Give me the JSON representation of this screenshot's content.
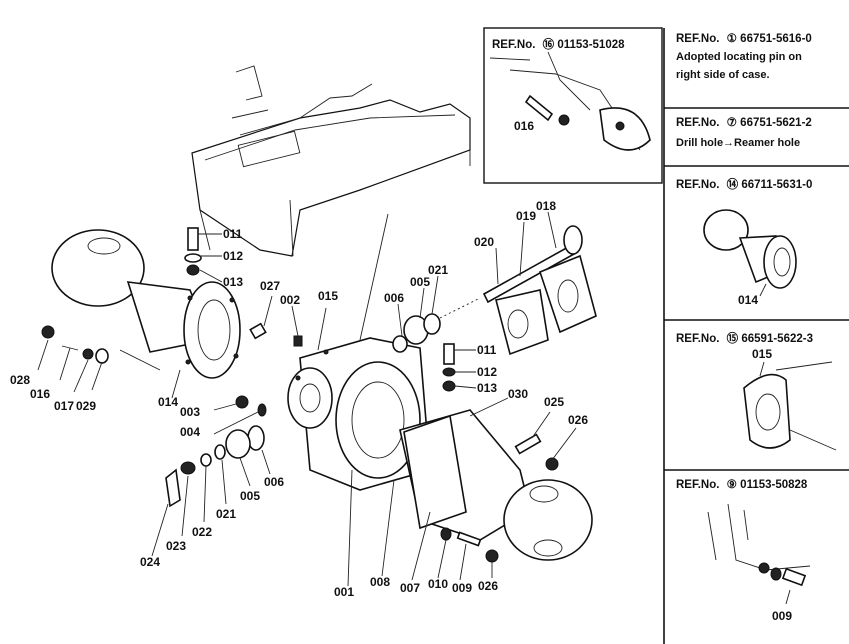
{
  "parts": [
    {
      "id": "p011a",
      "text": "011"
    },
    {
      "id": "p012a",
      "text": "012"
    },
    {
      "id": "p013a",
      "text": "013"
    },
    {
      "id": "p027",
      "text": "027"
    },
    {
      "id": "p002",
      "text": "002"
    },
    {
      "id": "p015",
      "text": "015"
    },
    {
      "id": "p028",
      "text": "028"
    },
    {
      "id": "p016a",
      "text": "016"
    },
    {
      "id": "p017",
      "text": "017"
    },
    {
      "id": "p029",
      "text": "029"
    },
    {
      "id": "p014a",
      "text": "014"
    },
    {
      "id": "p003",
      "text": "003"
    },
    {
      "id": "p004",
      "text": "004"
    },
    {
      "id": "p006a",
      "text": "006"
    },
    {
      "id": "p005a",
      "text": "005"
    },
    {
      "id": "p021a",
      "text": "021"
    },
    {
      "id": "p022",
      "text": "022"
    },
    {
      "id": "p023",
      "text": "023"
    },
    {
      "id": "p024",
      "text": "024"
    },
    {
      "id": "p001",
      "text": "001"
    },
    {
      "id": "p008",
      "text": "008"
    },
    {
      "id": "p007",
      "text": "007"
    },
    {
      "id": "p010",
      "text": "010"
    },
    {
      "id": "p009a",
      "text": "009"
    },
    {
      "id": "p026a",
      "text": "026"
    },
    {
      "id": "p026b",
      "text": "026"
    },
    {
      "id": "p025",
      "text": "025"
    },
    {
      "id": "p030",
      "text": "030"
    },
    {
      "id": "p011b",
      "text": "011"
    },
    {
      "id": "p012b",
      "text": "012"
    },
    {
      "id": "p013b",
      "text": "013"
    },
    {
      "id": "p006b",
      "text": "006"
    },
    {
      "id": "p005b",
      "text": "005"
    },
    {
      "id": "p021b",
      "text": "021"
    },
    {
      "id": "p020",
      "text": "020"
    },
    {
      "id": "p019",
      "text": "019"
    },
    {
      "id": "p018",
      "text": "018"
    },
    {
      "id": "p016b",
      "text": "016"
    },
    {
      "id": "p014b",
      "text": "014"
    },
    {
      "id": "p015b",
      "text": "015"
    },
    {
      "id": "p009b",
      "text": "009"
    }
  ],
  "refs": {
    "r1": {
      "prefix": "REF.No.",
      "mark": "⑯",
      "number": "01153-51028"
    },
    "r2": {
      "prefix": "REF.No.",
      "mark": "①",
      "number": "66751-5616-0",
      "lines": [
        "Adopted locating pin on",
        "right side of case."
      ]
    },
    "r3": {
      "prefix": "REF.No.",
      "mark": "⑦",
      "number": "66751-5621-2",
      "lines": [
        "Drill hole→Reamer hole"
      ]
    },
    "r4": {
      "prefix": "REF.No.",
      "mark": "⑭",
      "number": "66711-5631-0"
    },
    "r5": {
      "prefix": "REF.No.",
      "mark": "⑮",
      "number": "66591-5622-3"
    },
    "r6": {
      "prefix": "REF.No.",
      "mark": "⑨",
      "number": "01153-50828"
    }
  }
}
